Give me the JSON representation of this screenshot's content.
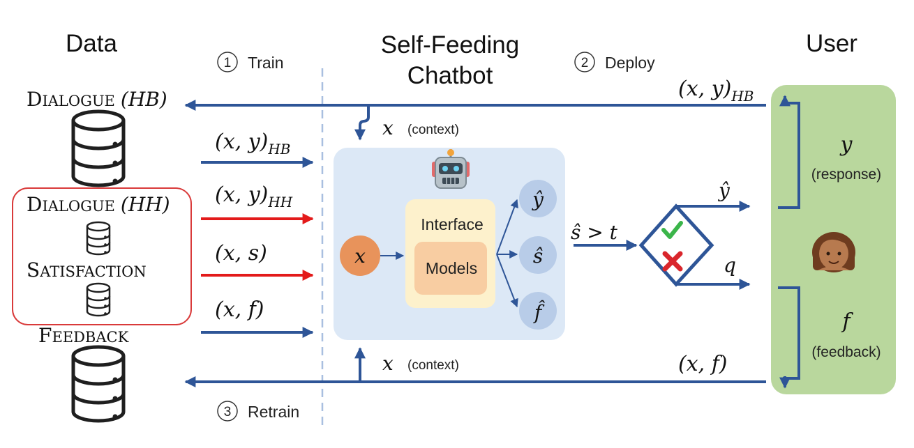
{
  "headers": {
    "data": "Data",
    "chatbot_line1": "Self-Feeding",
    "chatbot_line2": "Chatbot",
    "user": "User"
  },
  "steps": {
    "train_num": "1",
    "train": "Train",
    "deploy_num": "2",
    "deploy": "Deploy",
    "retrain_num": "3",
    "retrain": "Retrain"
  },
  "datasets": {
    "dialogue_hb_caps": "D",
    "dialogue_hb_small": "IALOGUE",
    "dialogue_hb_tag": "(HB)",
    "dialogue_hh_caps": "D",
    "dialogue_hh_small": "IALOGUE",
    "dialogue_hh_tag": "(HH)",
    "satisfaction_caps": "S",
    "satisfaction_small": "ATISFACTION",
    "feedback_caps": "F",
    "feedback_small": "EEDBACK"
  },
  "train_arrows": {
    "xy_hb": "(x, y)",
    "xy_hb_sub": "HB",
    "xy_hh": "(x, y)",
    "xy_hh_sub": "HH",
    "xs": "(x, s)",
    "xf": "(x, f)"
  },
  "chatbot": {
    "x_context_top": "x",
    "context_top": "(context)",
    "x_input": "x",
    "interface": "Interface",
    "models": "Models",
    "y_hat": "ŷ",
    "s_hat": "ŝ",
    "f_hat": "f̂",
    "x_context_bottom": "x",
    "context_bottom": "(context)"
  },
  "decision": {
    "condition": "ŝ > t",
    "out_top": "ŷ",
    "out_bottom": "q"
  },
  "user_panel": {
    "xy_hb": "(x, y)",
    "xy_hb_sub": "HB",
    "y": "y",
    "response": "(response)",
    "f": "f",
    "feedback": "(feedback)",
    "xf": "(x, f)"
  },
  "colors": {
    "blue_arrow": "#2e5597",
    "red_arrow": "#e31a1a",
    "chatbot_bg": "#dce8f6",
    "input_circle": "#e8935b",
    "interface_bg": "#fdf1cc",
    "models_bg": "#f8cda2",
    "output_circle": "#b8cce8",
    "user_bg": "#b9d79d",
    "group_border": "#d93a3a",
    "check": "#3bb54a",
    "cross": "#d9262c"
  }
}
